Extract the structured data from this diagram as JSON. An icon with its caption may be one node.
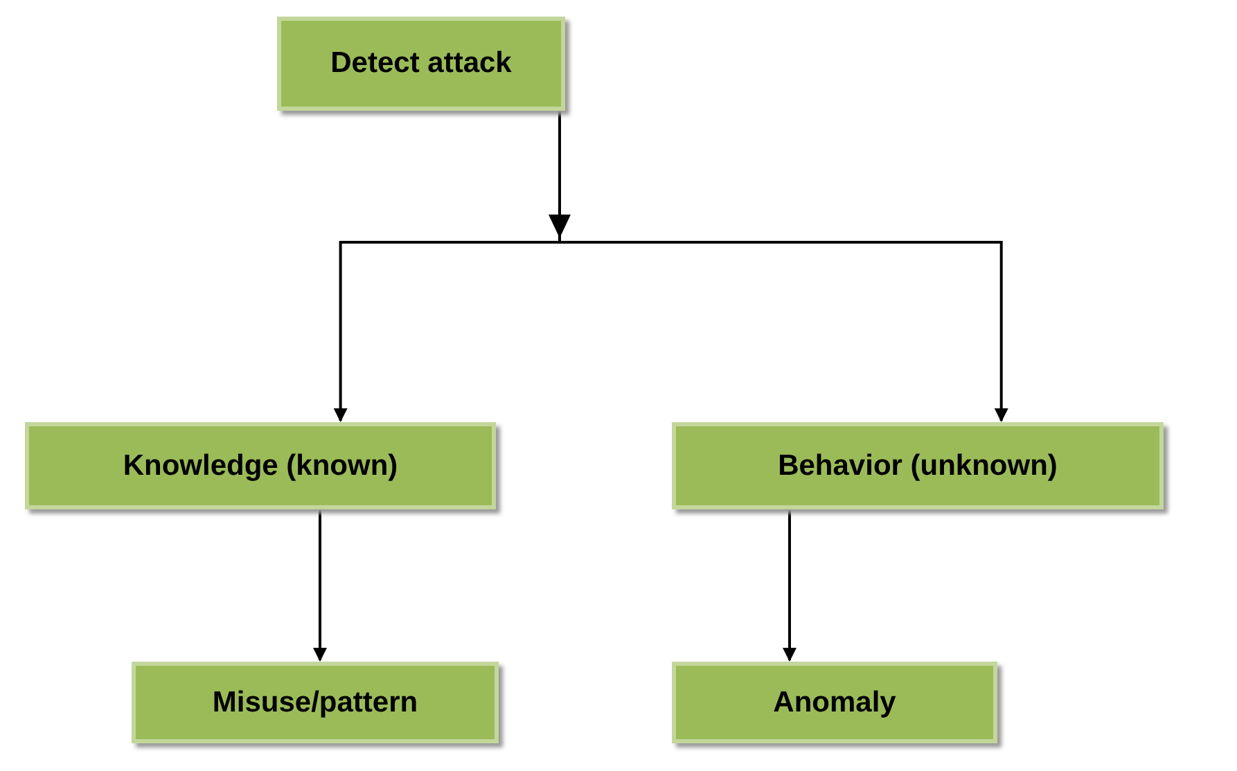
{
  "diagram": {
    "nodes": [
      {
        "text": [
          "Detect attack"
        ]
      },
      {
        "text": [
          "Knowledge (known)"
        ]
      },
      {
        "text": [
          "Behavior (unknown)"
        ]
      },
      {
        "text": [
          "Misuse/pattern"
        ]
      },
      {
        "text": [
          "Anomaly"
        ]
      }
    ],
    "edges": [
      {
        "from": 0,
        "to": 1,
        "arrow": "to"
      },
      {
        "from": 0,
        "to": 2,
        "arrow": "to"
      },
      {
        "from": 1,
        "to": 3,
        "arrow": "to"
      },
      {
        "from": 2,
        "to": 4,
        "arrow": "to"
      }
    ]
  }
}
